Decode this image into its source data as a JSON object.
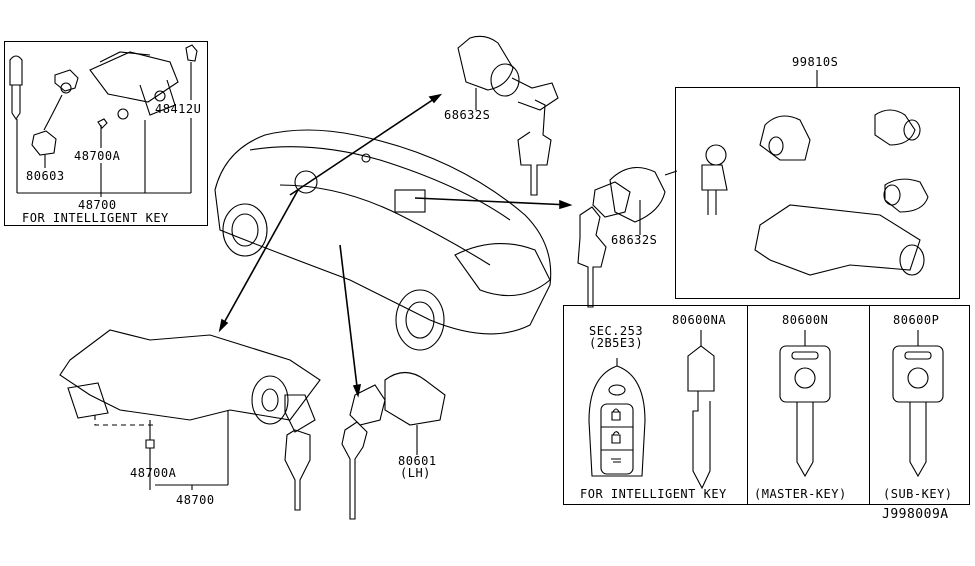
{
  "diagram": {
    "id": "J998009A",
    "left_box": {
      "caption": "FOR INTELLIGENT KEY",
      "parts": [
        {
          "part_no": "48412U"
        },
        {
          "part_no": "48700A"
        },
        {
          "part_no": "80603"
        },
        {
          "part_no": "48700"
        }
      ]
    },
    "center_parts": [
      {
        "part_no": "68632S",
        "position": "top"
      },
      {
        "part_no": "68632S",
        "position": "right"
      },
      {
        "part_no": "48700A",
        "position": "bottom-left"
      },
      {
        "part_no": "48700",
        "position": "bottom-left"
      },
      {
        "part_no": "80601",
        "note": "(LH)"
      }
    ],
    "set_box": {
      "part_no": "99810S"
    },
    "keys_box": {
      "panels": [
        {
          "caption": "FOR INTELLIGENT KEY",
          "labels": [
            "SEC.253",
            "(2B5E3)",
            "80600NA"
          ]
        },
        {
          "caption": "(MASTER-KEY)",
          "labels": [
            "80600N"
          ]
        },
        {
          "caption": "(SUB-KEY)",
          "labels": [
            "80600P"
          ]
        }
      ]
    }
  }
}
